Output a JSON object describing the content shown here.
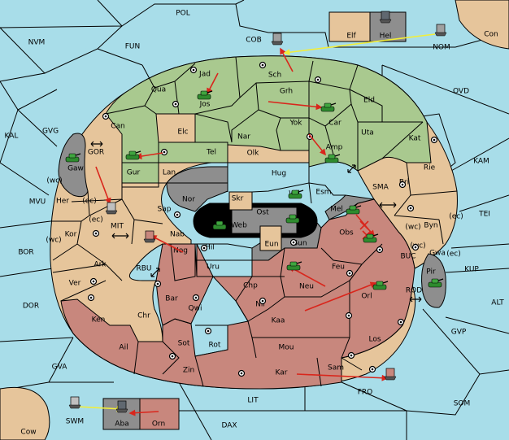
{
  "provinces": {
    "sea": [
      "POL",
      "NVM",
      "FUN",
      "COB",
      "Con",
      "NOM",
      "OVD",
      "KAL",
      "GVG",
      "KAM",
      "MVU",
      "TEI",
      "BOR",
      "KUP",
      "DOR",
      "ALT",
      "GVP",
      "GVA",
      "SOM",
      "LIT",
      "DAX",
      "FRO",
      "SWM",
      "Cow",
      "SMA",
      "GOR",
      "MIT",
      "RBU",
      "BUC",
      "ROD"
    ],
    "land": [
      "Elf",
      "Hel",
      "Jad",
      "Sch",
      "Qua",
      "Jos",
      "Grh",
      "Can",
      "Elc",
      "Nar",
      "Yok",
      "Car",
      "Eld",
      "Uta",
      "Kat",
      "Tel",
      "Olk",
      "Amp",
      "Gur",
      "Lan",
      "Hug",
      "Bri",
      "Rie",
      "Gaw",
      "Nor",
      "Skr",
      "Ost",
      "Wil",
      "Esm",
      "Her",
      "Sap",
      "Web",
      "Mel",
      "Byn",
      "Kor",
      "Nab",
      "Hil",
      "Eun",
      "Sun",
      "Obs",
      "Gwa",
      "Ark",
      "Nog",
      "Uru",
      "Feu",
      "Pir",
      "Ver",
      "Chp",
      "Neu",
      "Orl",
      "Bar",
      "Qwi",
      "Nil",
      "Ken",
      "Chr",
      "Kaa",
      "Ail",
      "Sot",
      "Rot",
      "Mou",
      "Los",
      "Zin",
      "Kar",
      "Sam",
      "Aba",
      "Orn"
    ],
    "coast_marks": [
      "(wc)",
      "(ec)",
      "(ec)",
      "(wc)",
      "(wc)",
      "(ec)",
      "(wc)",
      "(ec)"
    ]
  },
  "colors": {
    "sea": "#a8dde9",
    "neutral": "#e6c59b",
    "green_power": "#a9c98f",
    "red_power": "#c8877d",
    "gray_power": "#8e8e8e",
    "move_arrow": "#d9261c",
    "support_arrow": "#f2ee3a"
  },
  "icons": {
    "unit": "tank-icon",
    "supply_center": "supply-center-icon",
    "fleet": "fleet-icon",
    "convoy": "double-arrow-icon"
  }
}
